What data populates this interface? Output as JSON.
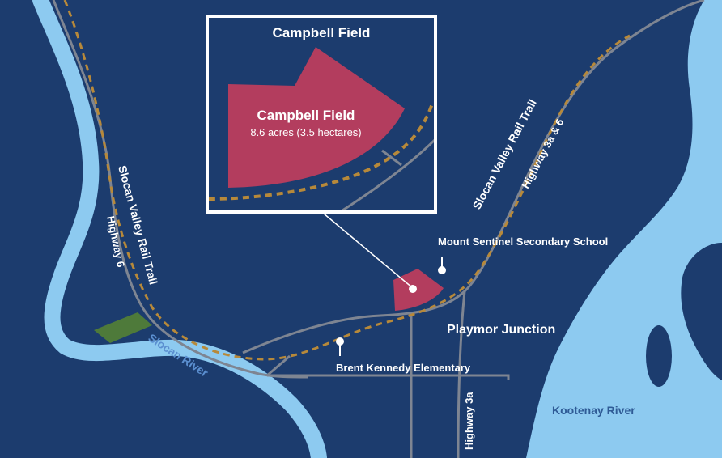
{
  "colors": {
    "land": "#1c3c6e",
    "water": "#8dcaf0",
    "road": "#7e8592",
    "trail": "#b7893a",
    "field": "#b33d5e",
    "park": "#4e7a3a",
    "text": "#ffffff"
  },
  "inset": {
    "title": "Campbell Field",
    "field_name": "Campbell Field",
    "field_area": "8.6 acres (3.5 hectares)"
  },
  "labels": {
    "trail_west": "Slocan Valley Rail Trail",
    "trail_east": "Slocan Valley Rail Trail",
    "highway_6": "Highway 6",
    "highway_3a_6": "Highway 3a & 6",
    "highway_3a": "Highway 3a",
    "slocan_river": "Slocan River",
    "kootenay_river": "Kootenay River",
    "playmor_junction": "Playmor Junction",
    "mount_sentinel": "Mount Sentinel Secondary School",
    "brent_kennedy": "Brent Kennedy Elementary"
  }
}
